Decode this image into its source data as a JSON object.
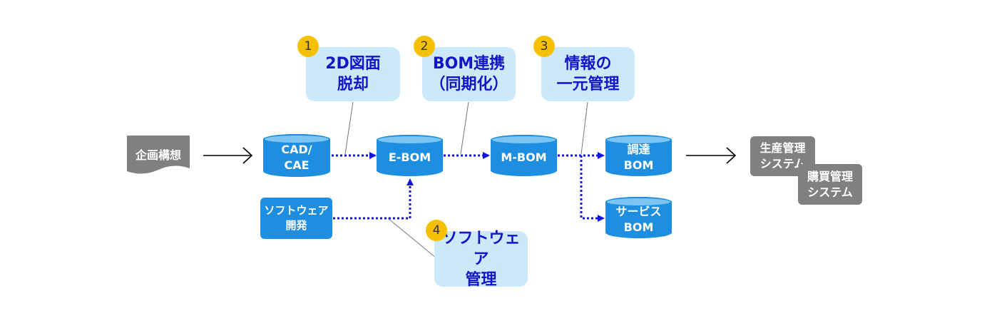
{
  "callouts": [
    {
      "num": "1",
      "line1": "2D図面",
      "line2": "脱却"
    },
    {
      "num": "2",
      "line1": "BOM連携",
      "line2": "（同期化）"
    },
    {
      "num": "3",
      "line1": "情報の",
      "line2": "一元管理"
    },
    {
      "num": "4",
      "line1": "ソフトウェア",
      "line2": "管理"
    }
  ],
  "nodes": {
    "kikaku": "企画構想",
    "cad_l1": "CAD/",
    "cad_l2": "CAE",
    "ebom": "E-BOM",
    "mbom": "M-BOM",
    "chotatsu_l1": "調達",
    "chotatsu_l2": "BOM",
    "service_l1": "サービス",
    "service_l2": "BOM",
    "software_l1": "ソフトウェア",
    "software_l2": "開発",
    "seisan_l1": "生産管理",
    "seisan_l2": "システム",
    "kobai_l1": "購買管理",
    "kobai_l2": "システム"
  },
  "colors": {
    "accent_text": "#1515c8",
    "callout_bg": "#cce9fa",
    "cylinder": "#1e8fe0",
    "badge": "#f5c000",
    "gray_box": "#808080",
    "dotted_arrow": "#1515e0"
  }
}
